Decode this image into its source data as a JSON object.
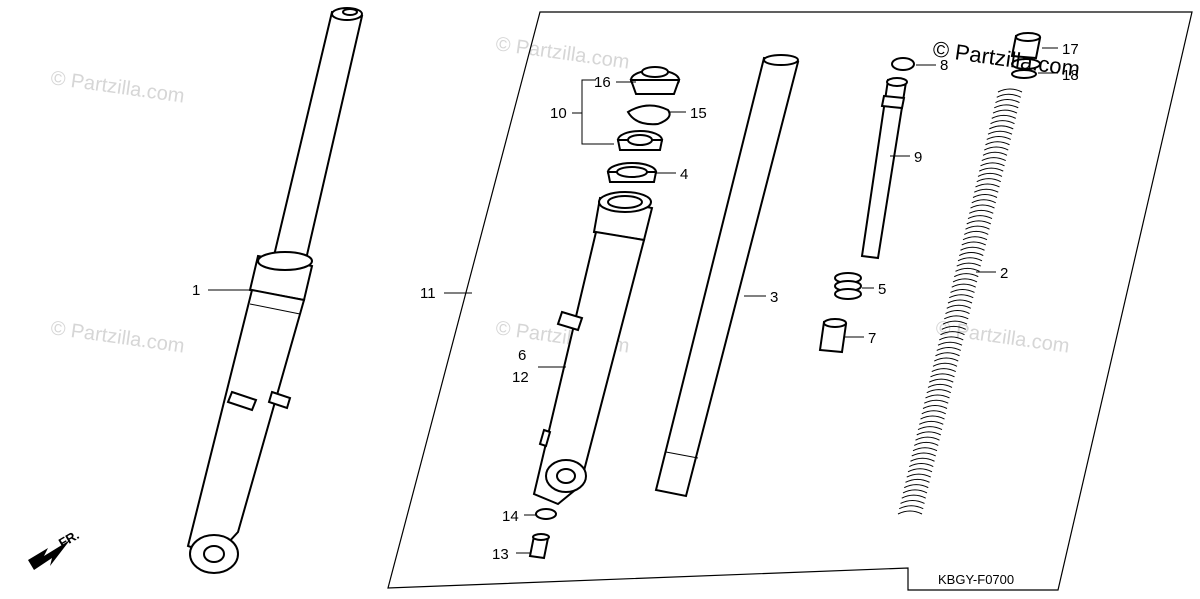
{
  "watermark": "© Partzilla.com",
  "diagram_code": "KBGY-F0700",
  "direction_label": "FR.",
  "callouts": {
    "c1": "1",
    "c2": "2",
    "c3": "3",
    "c4": "4",
    "c5": "5",
    "c6": "6",
    "c7": "7",
    "c8": "8",
    "c9": "9",
    "c10": "10",
    "c11": "11",
    "c12": "12",
    "c13": "13",
    "c14": "14",
    "c15": "15",
    "c16": "16",
    "c17": "17",
    "c18": "18"
  },
  "icons": {
    "direction": "arrow-down-left-icon"
  }
}
